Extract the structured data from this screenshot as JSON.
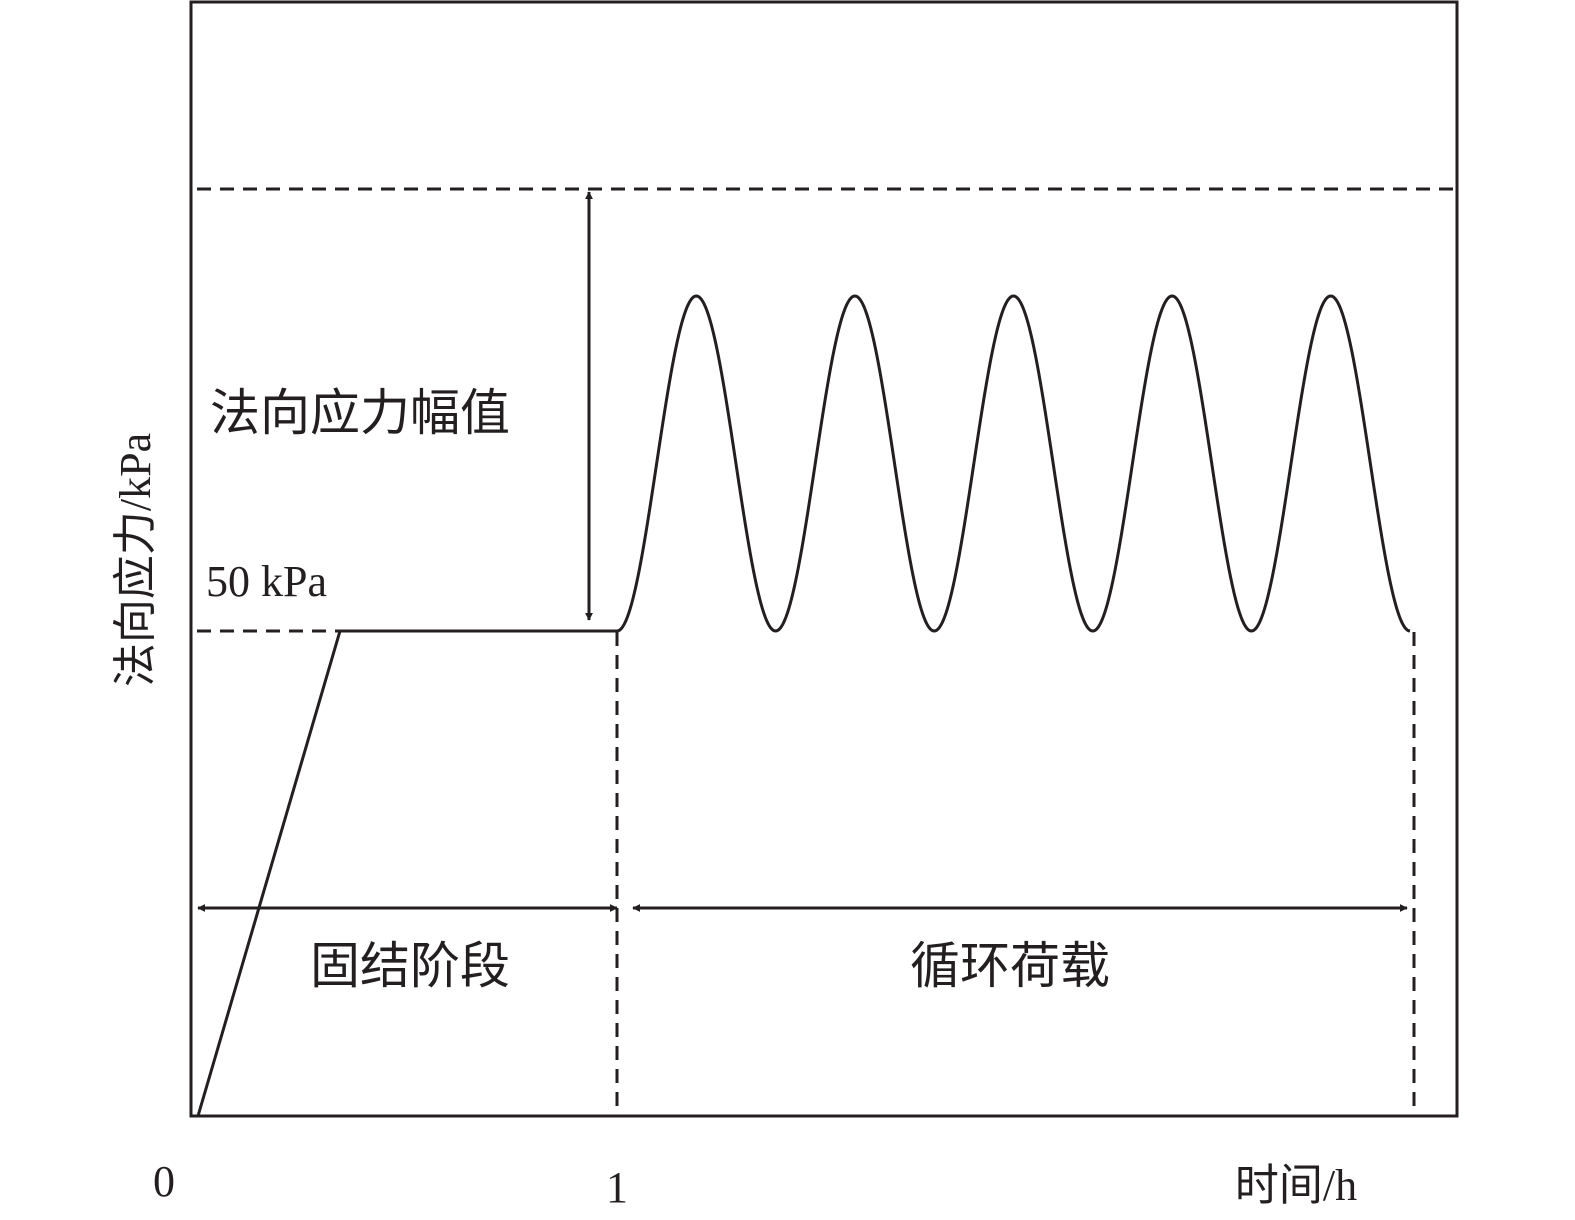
{
  "figure": {
    "y_axis_label": "法向应力/kPa",
    "x_axis_label": "时间/h",
    "x_ticks": [
      "0",
      "1"
    ],
    "level_label": "50 kPa",
    "amplitude_label": "法向应力幅值",
    "stage_consolidation": "固结阶段",
    "stage_cyclic": "循环荷载",
    "cycle_count": 5,
    "colors": {
      "stroke": "#231f20",
      "background": "#ffffff"
    }
  }
}
